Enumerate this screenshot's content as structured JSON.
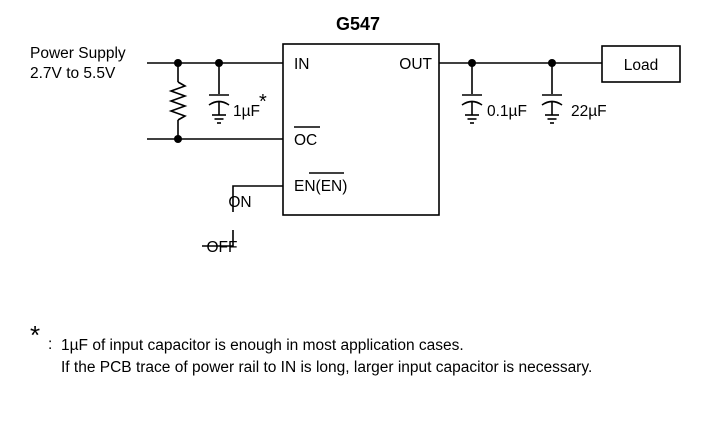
{
  "diagram": {
    "title": "G547",
    "supply_label_line1": "Power Supply",
    "supply_label_line2": "2.7V to 5.5V",
    "pins": {
      "in": "IN",
      "oc": "OC",
      "out": "OUT",
      "en_prefix": "EN(",
      "en_bar": "EN",
      "en_suffix": ")"
    },
    "input_cap": {
      "value": "1µF",
      "mark": "*"
    },
    "output_caps": [
      "0.1µF",
      "22µF"
    ],
    "load_label": "Load",
    "switch": {
      "on": "ON",
      "off": "OFF"
    }
  },
  "note": {
    "mark": "*",
    "colon": ":",
    "line1": "1µF of input capacitor is enough in most application cases.",
    "line2": "If the PCB trace of power rail to IN is long,  larger input capacitor is necessary."
  }
}
